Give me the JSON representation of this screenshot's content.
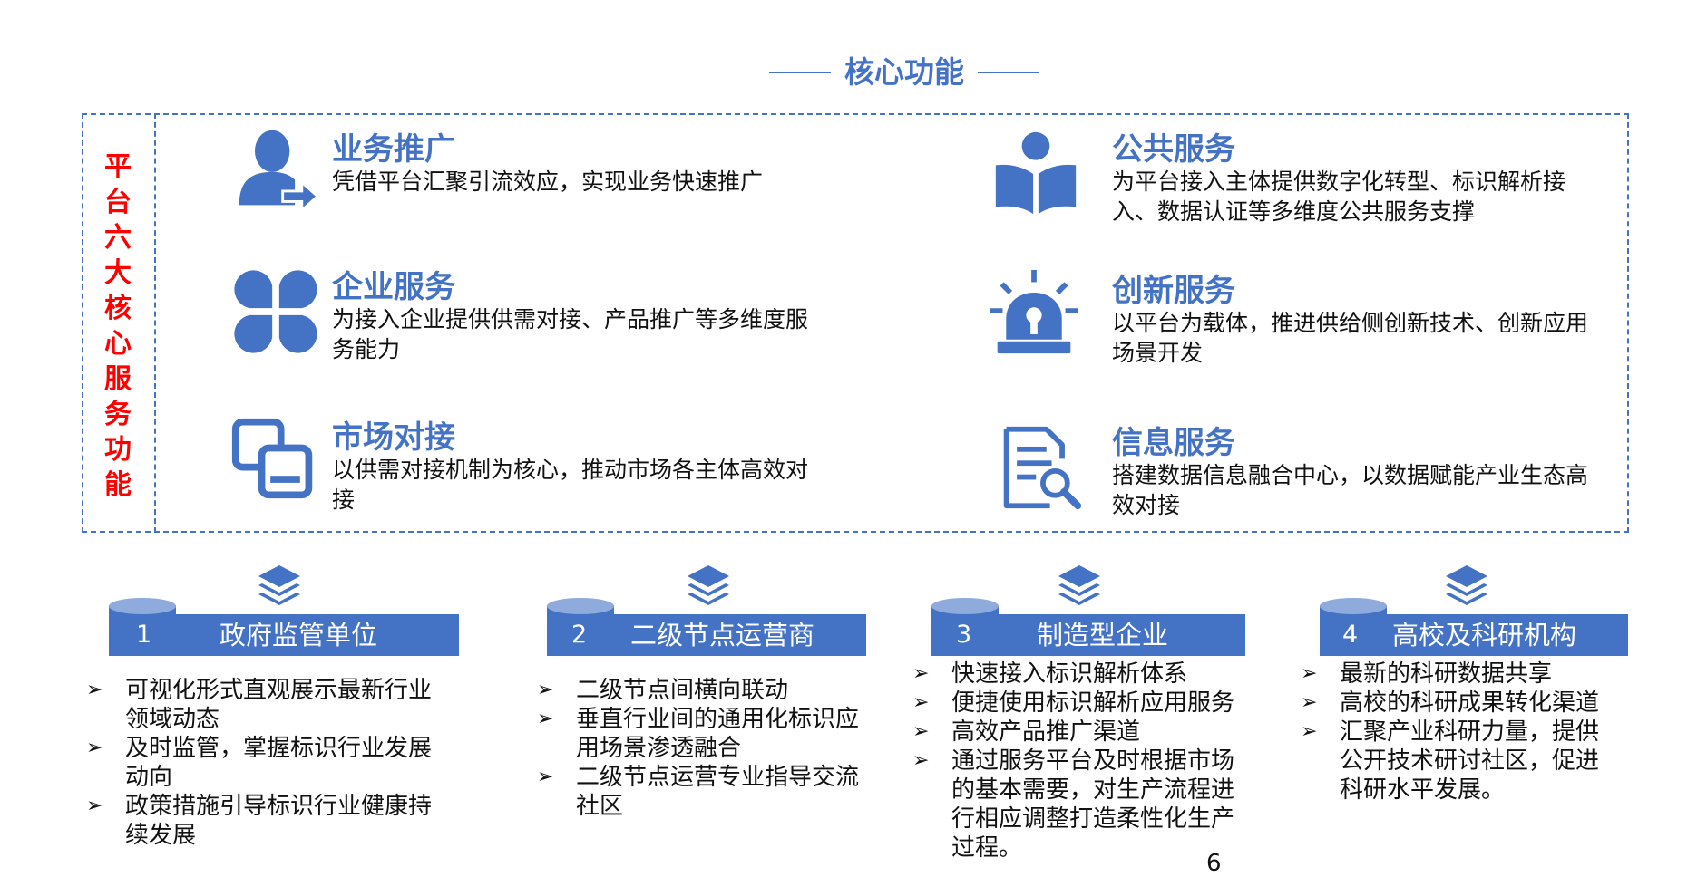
{
  "title": "核心功能",
  "side_label": [
    "平",
    "台",
    "六",
    "大",
    "核",
    "心",
    "服",
    "务",
    "功",
    "能"
  ],
  "features": {
    "business_promotion": {
      "icon": "user-arrow-icon",
      "title": "业务推广",
      "desc": "凭借平台汇聚引流效应，实现业务快速推广"
    },
    "enterprise_service": {
      "icon": "clover-icon",
      "title": "企业服务",
      "desc": "为接入企业提供供需对接、产品推广等多维度服务能力"
    },
    "market_matching": {
      "icon": "linked-squares-icon",
      "title": "市场对接",
      "desc": "以供需对接机制为核心，推动市场各主体高效对接"
    },
    "public_service": {
      "icon": "book-reader-icon",
      "title": "公共服务",
      "desc": "为平台接入主体提供数字化转型、标识解析接入、数据认证等多维度公共服务支撑"
    },
    "innovation_service": {
      "icon": "alarm-light-icon",
      "title": "创新服务",
      "desc": "以平台为载体，推进供给侧创新技术、创新应用场景开发"
    },
    "info_service": {
      "icon": "document-search-icon",
      "title": "信息服务",
      "desc": "搭建数据信息融合中心，以数据赋能产业生态高效对接"
    }
  },
  "categories": [
    {
      "num": "1",
      "name": "政府监管单位",
      "bullets": [
        "可视化形式直观展示最新行业领域动态",
        "及时监管，掌握标识行业发展动向",
        "政策措施引导标识行业健康持续发展"
      ]
    },
    {
      "num": "2",
      "name": "二级节点运营商",
      "bullets": [
        "二级节点间横向联动",
        "垂直行业间的通用化标识应用场景渗透融合",
        "二级节点运营专业指导交流社区"
      ]
    },
    {
      "num": "3",
      "name": "制造型企业",
      "bullets": [
        "快速接入标识解析体系",
        "便捷使用标识解析应用服务",
        "高效产品推广渠道",
        "通过服务平台及时根据市场的基本需要，对生产流程进行相应调整打造柔性化生产过程。"
      ]
    },
    {
      "num": "4",
      "name": "高校及科研机构",
      "bullets": [
        "最新的科研数据共享",
        "高校的科研成果转化渠道",
        "汇聚产业科研力量，提供公开技术研讨社区，促进科研水平发展。"
      ]
    }
  ],
  "bullet_marker": "➢",
  "page_number": "6",
  "colors": {
    "accent": "#4472C4",
    "side_label": "#FF0000",
    "cylinder_top": "#8FAADC"
  }
}
